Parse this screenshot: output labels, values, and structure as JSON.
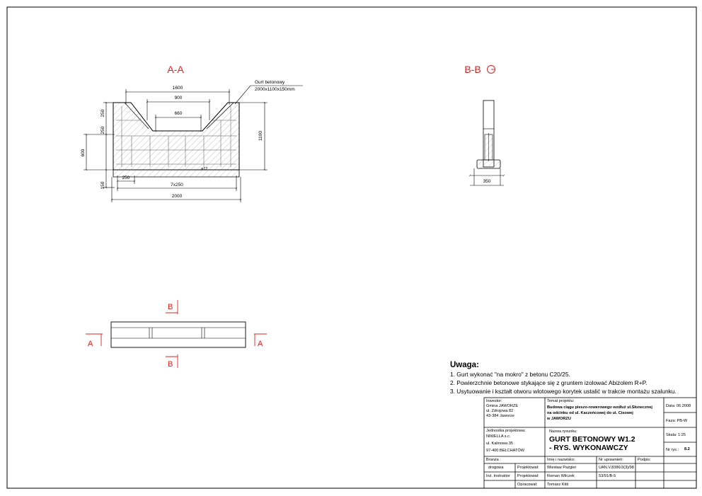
{
  "views": {
    "aa_label": "A-A",
    "bb_label": "B-B",
    "gurt_title": "Gurt betonowy",
    "gurt_size": "2000x1100x150mm"
  },
  "dims": {
    "d1600": "1600",
    "d900": "900",
    "d660": "660",
    "d250a": "250",
    "d250b": "250",
    "d600": "600",
    "d1100": "1100",
    "d150": "150",
    "d250c": "250",
    "d7x250": "7x250",
    "d2000": "2000",
    "rebar": "ø12",
    "d350": "350"
  },
  "plan": {
    "cut_a": "A",
    "cut_b": "B"
  },
  "notes": {
    "header": "Uwaga:",
    "items": [
      "1. Gurt wykonać \"na mokro\" z betonu C20/25.",
      "2. Powierzchnie betonowe stykające się z gruntem izolować Abizolem R+P.",
      "3. Usytuowanie i kształt otworu wlotowego korytek  ustalić w trakcie montażu szalunku."
    ]
  },
  "titleblock": {
    "inwestor_label": "Inwestor:",
    "inwestor_1": "Gmina JAWORZE",
    "inwestor_2": "ul. Zdrojowa 82",
    "inwestor_3": "43-384 Jaworze",
    "temat_label": "Temat projektu:",
    "temat_1": "Budowa ciągu pieszo-rowerowego wzdłuż ul.Słonecznej",
    "temat_2": "na odcinku od ul. Kaczeńcowej do ul. Cisowej",
    "temat_3": "w JAWORZU",
    "data": "Data: 06.2008",
    "faza": "Faza: PB-W",
    "jednostka_label": "Jednostka projektowa:",
    "jednostka_1": "NIWELLA s.c.",
    "jednostka_2": "ul. Kalinowa 35",
    "jednostka_3": "97-400 BEŁCHATÓW",
    "nazwa_label": "Nazwa rysunku:",
    "nazwa_1": "GURT BETONOWY W1.2",
    "nazwa_2": "- RYS. WYKONAWCZY",
    "skala": "Skala: 1:25",
    "nr_rys_label": "Nr rys.:",
    "nr_rys": "8.2",
    "branza": "Branża :",
    "imie": "Imię i nazwisko:",
    "nr_upr": "Nr uprawnień:",
    "podpis": "Podpis:",
    "drogowa": "drogowa",
    "projektowal_1": "Projektował:",
    "name_1": "Wiesław Pażgier",
    "upr_1": "UAN.V.8386/3(3)/98",
    "inz_bud": "Inż. Instruktor",
    "projektowal_2": "Projektował:",
    "name_2": "Roman Wilczek",
    "upr_2": "53/91/B-5",
    "opracowal": "Opracował:",
    "name_3": "Tomasz Kitti"
  }
}
